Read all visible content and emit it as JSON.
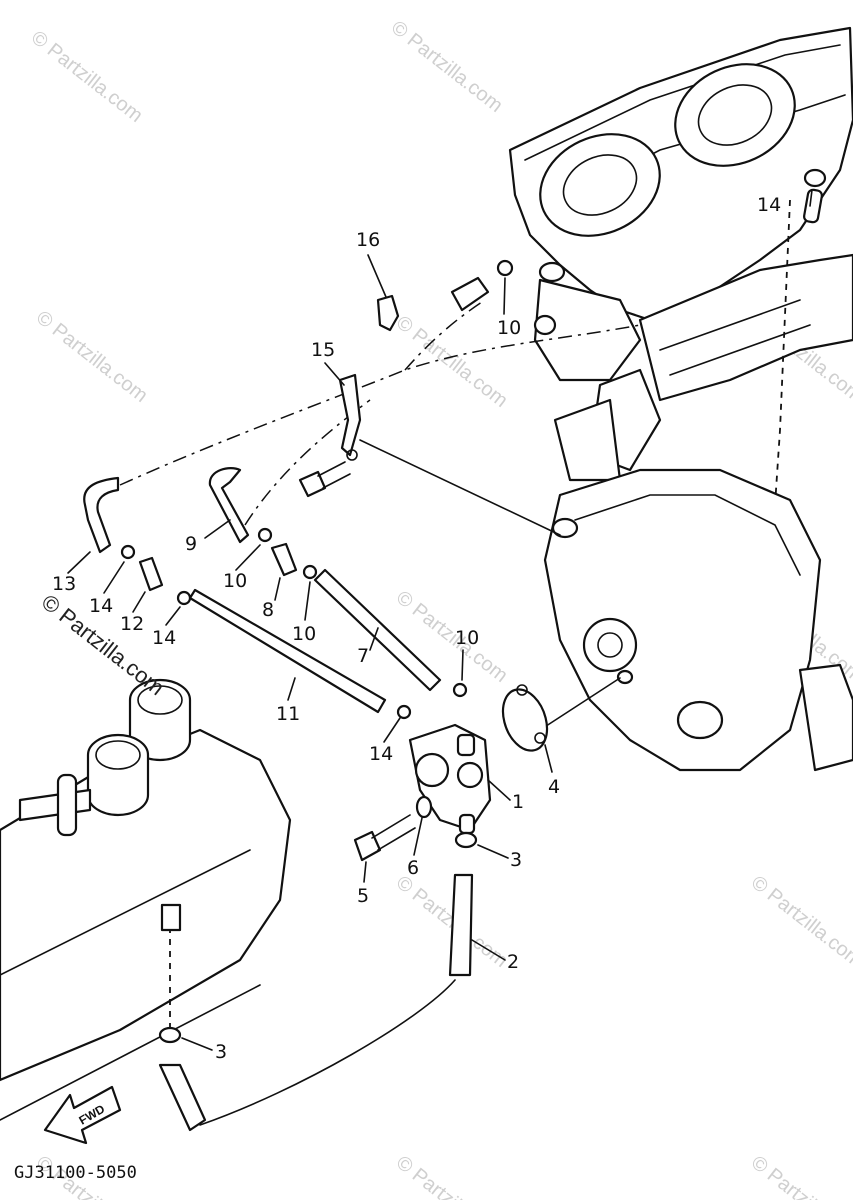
{
  "diagram": {
    "part_numbers": [
      "1",
      "2",
      "3",
      "3",
      "4",
      "5",
      "6",
      "7",
      "8",
      "9",
      "10",
      "10",
      "10",
      "10",
      "11",
      "12",
      "13",
      "14",
      "14",
      "14",
      "14",
      "15",
      "16"
    ],
    "code": "GJ31100-5050",
    "watermark": "© Partzilla.com",
    "fwd_label": "FWD"
  }
}
